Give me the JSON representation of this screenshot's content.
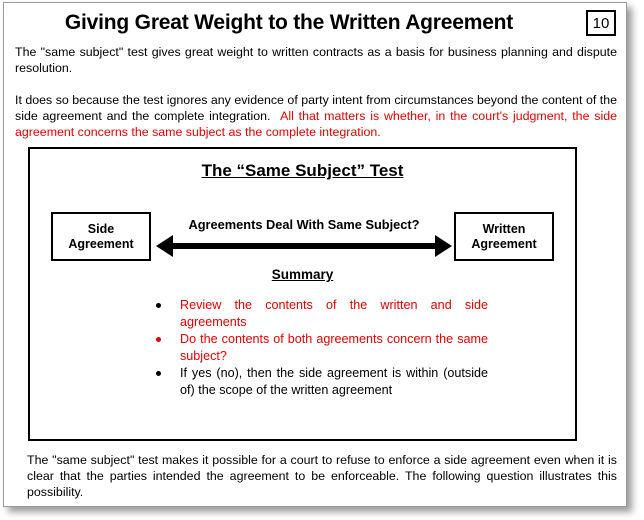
{
  "slide": {
    "title": "Giving Great Weight to the Written Agreement",
    "page_number": "10",
    "accent_red": "#e80000",
    "text_black": "#000000",
    "background": "#ffffff"
  },
  "body": {
    "paragraph_1": "The \"same subject\" test gives great weight to written contracts as a basis for business planning and dispute resolution.",
    "paragraph_2_black": "It does so because the test ignores any evidence of party intent from circumstances beyond the content of the side agreement and the complete integration.",
    "paragraph_2_red": "All that matters is whether, in the court's judgment, the side agreement concerns the same subject as the complete integration."
  },
  "diagram": {
    "title": "The “Same Subject” Test",
    "left_box": {
      "line_1": "Side",
      "line_2": "Agreement"
    },
    "right_box": {
      "line_1": "Written",
      "line_2": "Agreement"
    },
    "arrow_label": "Agreements Deal With Same Subject?",
    "arrow_icon": "double-headed-horizontal-arrow",
    "summary_heading": "Summary",
    "bullets": [
      {
        "text": "Review the contents of the written and side agreements",
        "text_color": "#e80000",
        "bullet_color": "#000000"
      },
      {
        "text": "Do the contents of both agreements concern the same subject?",
        "text_color": "#e80000",
        "bullet_color": "#e80000"
      },
      {
        "text": "If yes (no), then the side agreement is within (outside of) the scope of the written agreement",
        "text_color": "#000000",
        "bullet_color": "#000000"
      }
    ]
  },
  "footer": {
    "paragraph": "The \"same subject\" test makes it possible for a court to refuse to enforce a side agreement even when it is clear that the parties intended the agreement to be enforceable.  The following question illustrates this possibility."
  }
}
